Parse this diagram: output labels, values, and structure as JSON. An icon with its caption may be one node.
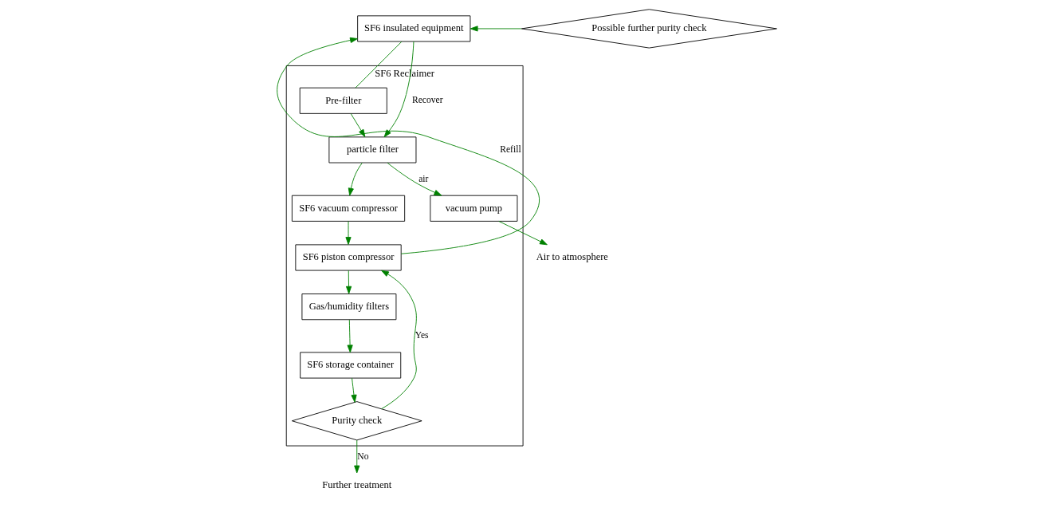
{
  "diagram": {
    "nodes": [
      {
        "text": [
          "SF6 Reclaimer"
        ]
      },
      {
        "text": [
          "Pre-filter"
        ],
        "in": 0
      },
      {
        "text": [
          "SF6 insulated equipment"
        ]
      },
      {
        "text": [
          "particle filter"
        ],
        "in": 0
      },
      {
        "text": [
          "vacuum pump"
        ],
        "in": 0
      },
      {
        "text": [
          "Air to atmosphere"
        ]
      },
      {
        "text": [
          "SF6 vacuum compressor"
        ],
        "in": 0
      },
      {
        "text": [
          "SF6 piston compressor"
        ],
        "in": 0
      },
      {
        "text": [
          "Purity check"
        ],
        "in": 0
      },
      {
        "text": [
          "Further treatment"
        ]
      },
      {
        "text": [
          "Gas/humidity filters"
        ],
        "in": 0
      },
      {
        "text": [
          "SF6 storage container"
        ],
        "in": 0
      },
      {
        "text": [
          "Possible further purity check"
        ]
      }
    ],
    "edges": [
      {
        "from": 2,
        "to": 3,
        "arrow": "to",
        "label": "Recover"
      },
      {
        "from": 2,
        "to": 1,
        "arrow": "none"
      },
      {
        "from": 1,
        "to": 3,
        "arrow": "to"
      },
      {
        "from": 3,
        "to": 4,
        "arrow": "to",
        "label": "air"
      },
      {
        "from": 4,
        "to": 5,
        "arrow": "to"
      },
      {
        "from": 3,
        "to": 6,
        "arrow": "to"
      },
      {
        "from": 6,
        "to": 7,
        "arrow": "to"
      },
      {
        "from": 7,
        "to": 10,
        "arrow": "to"
      },
      {
        "from": 10,
        "to": 11,
        "arrow": "to"
      },
      {
        "from": 11,
        "to": 8,
        "arrow": "to"
      },
      {
        "from": 8,
        "to": 7,
        "arrow": "to",
        "label": "Yes"
      },
      {
        "from": 8,
        "to": 9,
        "arrow": "to",
        "label": "No"
      },
      {
        "from": 7,
        "to": 2,
        "arrow": "to",
        "label": "Refill"
      },
      {
        "from": 12,
        "to": 2,
        "arrow": "to"
      }
    ]
  }
}
